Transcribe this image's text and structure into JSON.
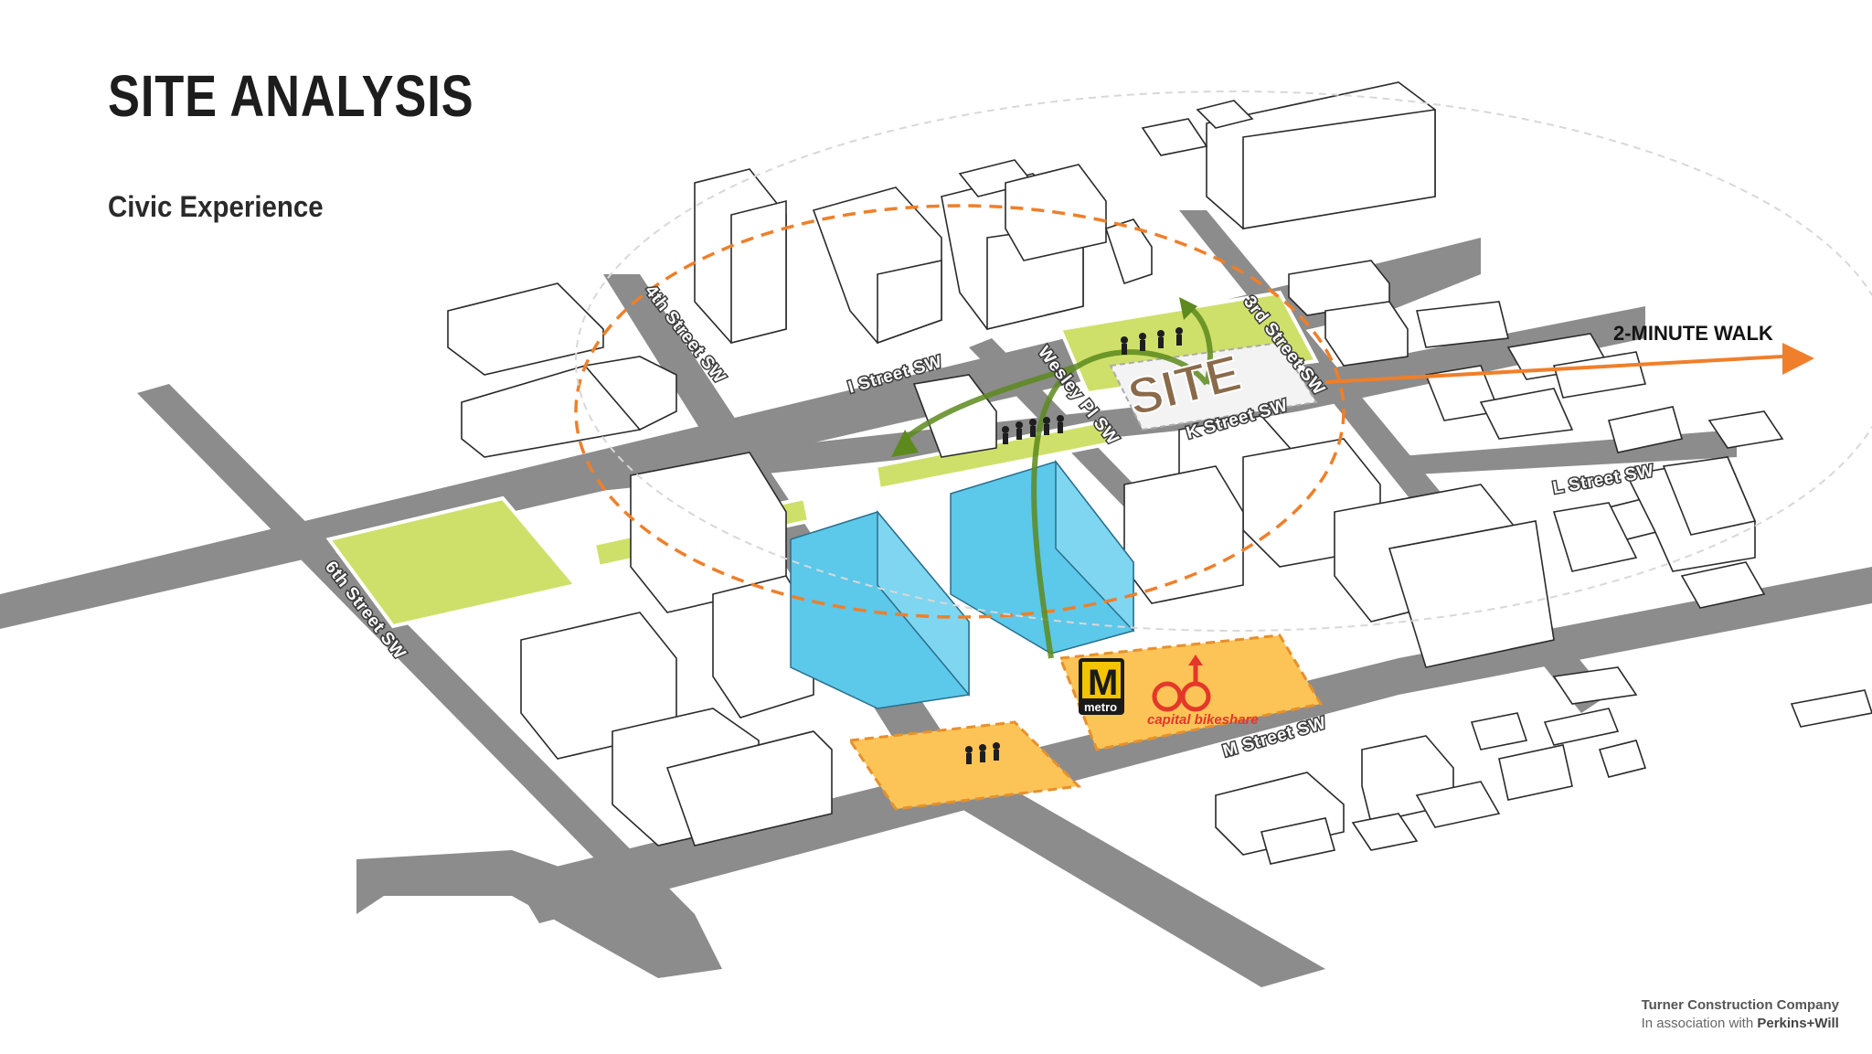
{
  "header": {
    "title": "SITE ANALYSIS",
    "subtitle": "Civic Experience"
  },
  "streets": {
    "fourth": "4th Street SW",
    "sixth": "6th Street SW",
    "i_street": "I Street SW",
    "wesley": "Wesley Pl SW",
    "third": "3rd Street SW",
    "k_street": "K Street SW",
    "l_street": "L Street SW",
    "m_street": "M Street SW"
  },
  "annotations": {
    "site": "SITE",
    "walk": "2-MINUTE WALK",
    "metro_mark": "M",
    "metro_word": "metro",
    "bikeshare": "capital bikeshare"
  },
  "credits": {
    "company": "Turner Construction Company",
    "assoc_prefix": "In association with",
    "assoc_firm": "Perkins+Will"
  },
  "colors": {
    "road": "#8c8c8c",
    "park": "#cfe06a",
    "plaza": "#fcc456",
    "proposed_building": "#5cc8ea",
    "walk_arrow": "#ef7f2a",
    "green_arrow": "#5d8a1e",
    "metro_brand": "#f5c400",
    "bikeshare_brand": "#e5372a"
  },
  "icons": {
    "metro": "metro-logo-icon",
    "bikeshare": "bikeshare-logo-icon",
    "people": "pedestrian-silhouettes-icon"
  }
}
